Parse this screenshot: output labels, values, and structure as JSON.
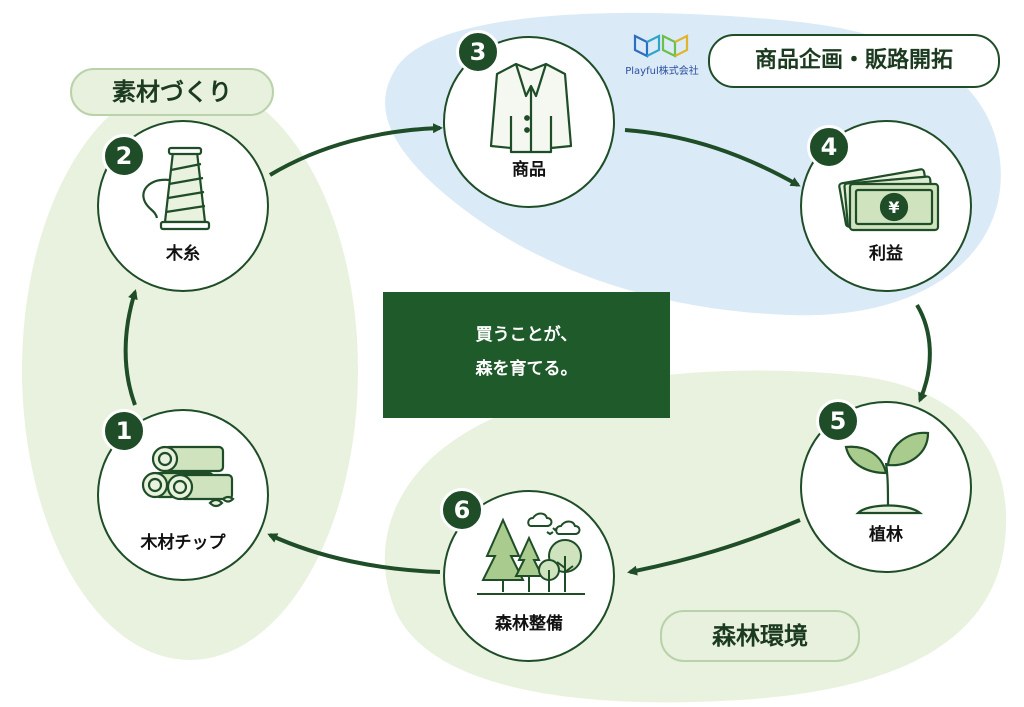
{
  "groups": {
    "material": "素材づくり",
    "product": "商品企画・販路開拓",
    "forest": "森林環境"
  },
  "center": {
    "line1": "買うことが、",
    "line2": "森を育てる。"
  },
  "logo": {
    "text": "Playful株式会社"
  },
  "steps": [
    {
      "num": "1",
      "label": "木材チップ"
    },
    {
      "num": "2",
      "label": "木糸"
    },
    {
      "num": "3",
      "label": "商品"
    },
    {
      "num": "4",
      "label": "利益"
    },
    {
      "num": "5",
      "label": "植林"
    },
    {
      "num": "6",
      "label": "森林整備"
    }
  ],
  "icons": {
    "s1": "wood-logs-icon",
    "s2": "thread-spool-icon",
    "s3": "jacket-icon",
    "s4": "yen-banknotes-icon",
    "s5": "sprout-icon",
    "s6": "forest-trees-icon"
  },
  "colors": {
    "dark_green": "#1e4d27",
    "center_box": "#1f5a2b",
    "light_green_area": "#e7f1dd",
    "light_blue_area": "#dbeaf7"
  }
}
